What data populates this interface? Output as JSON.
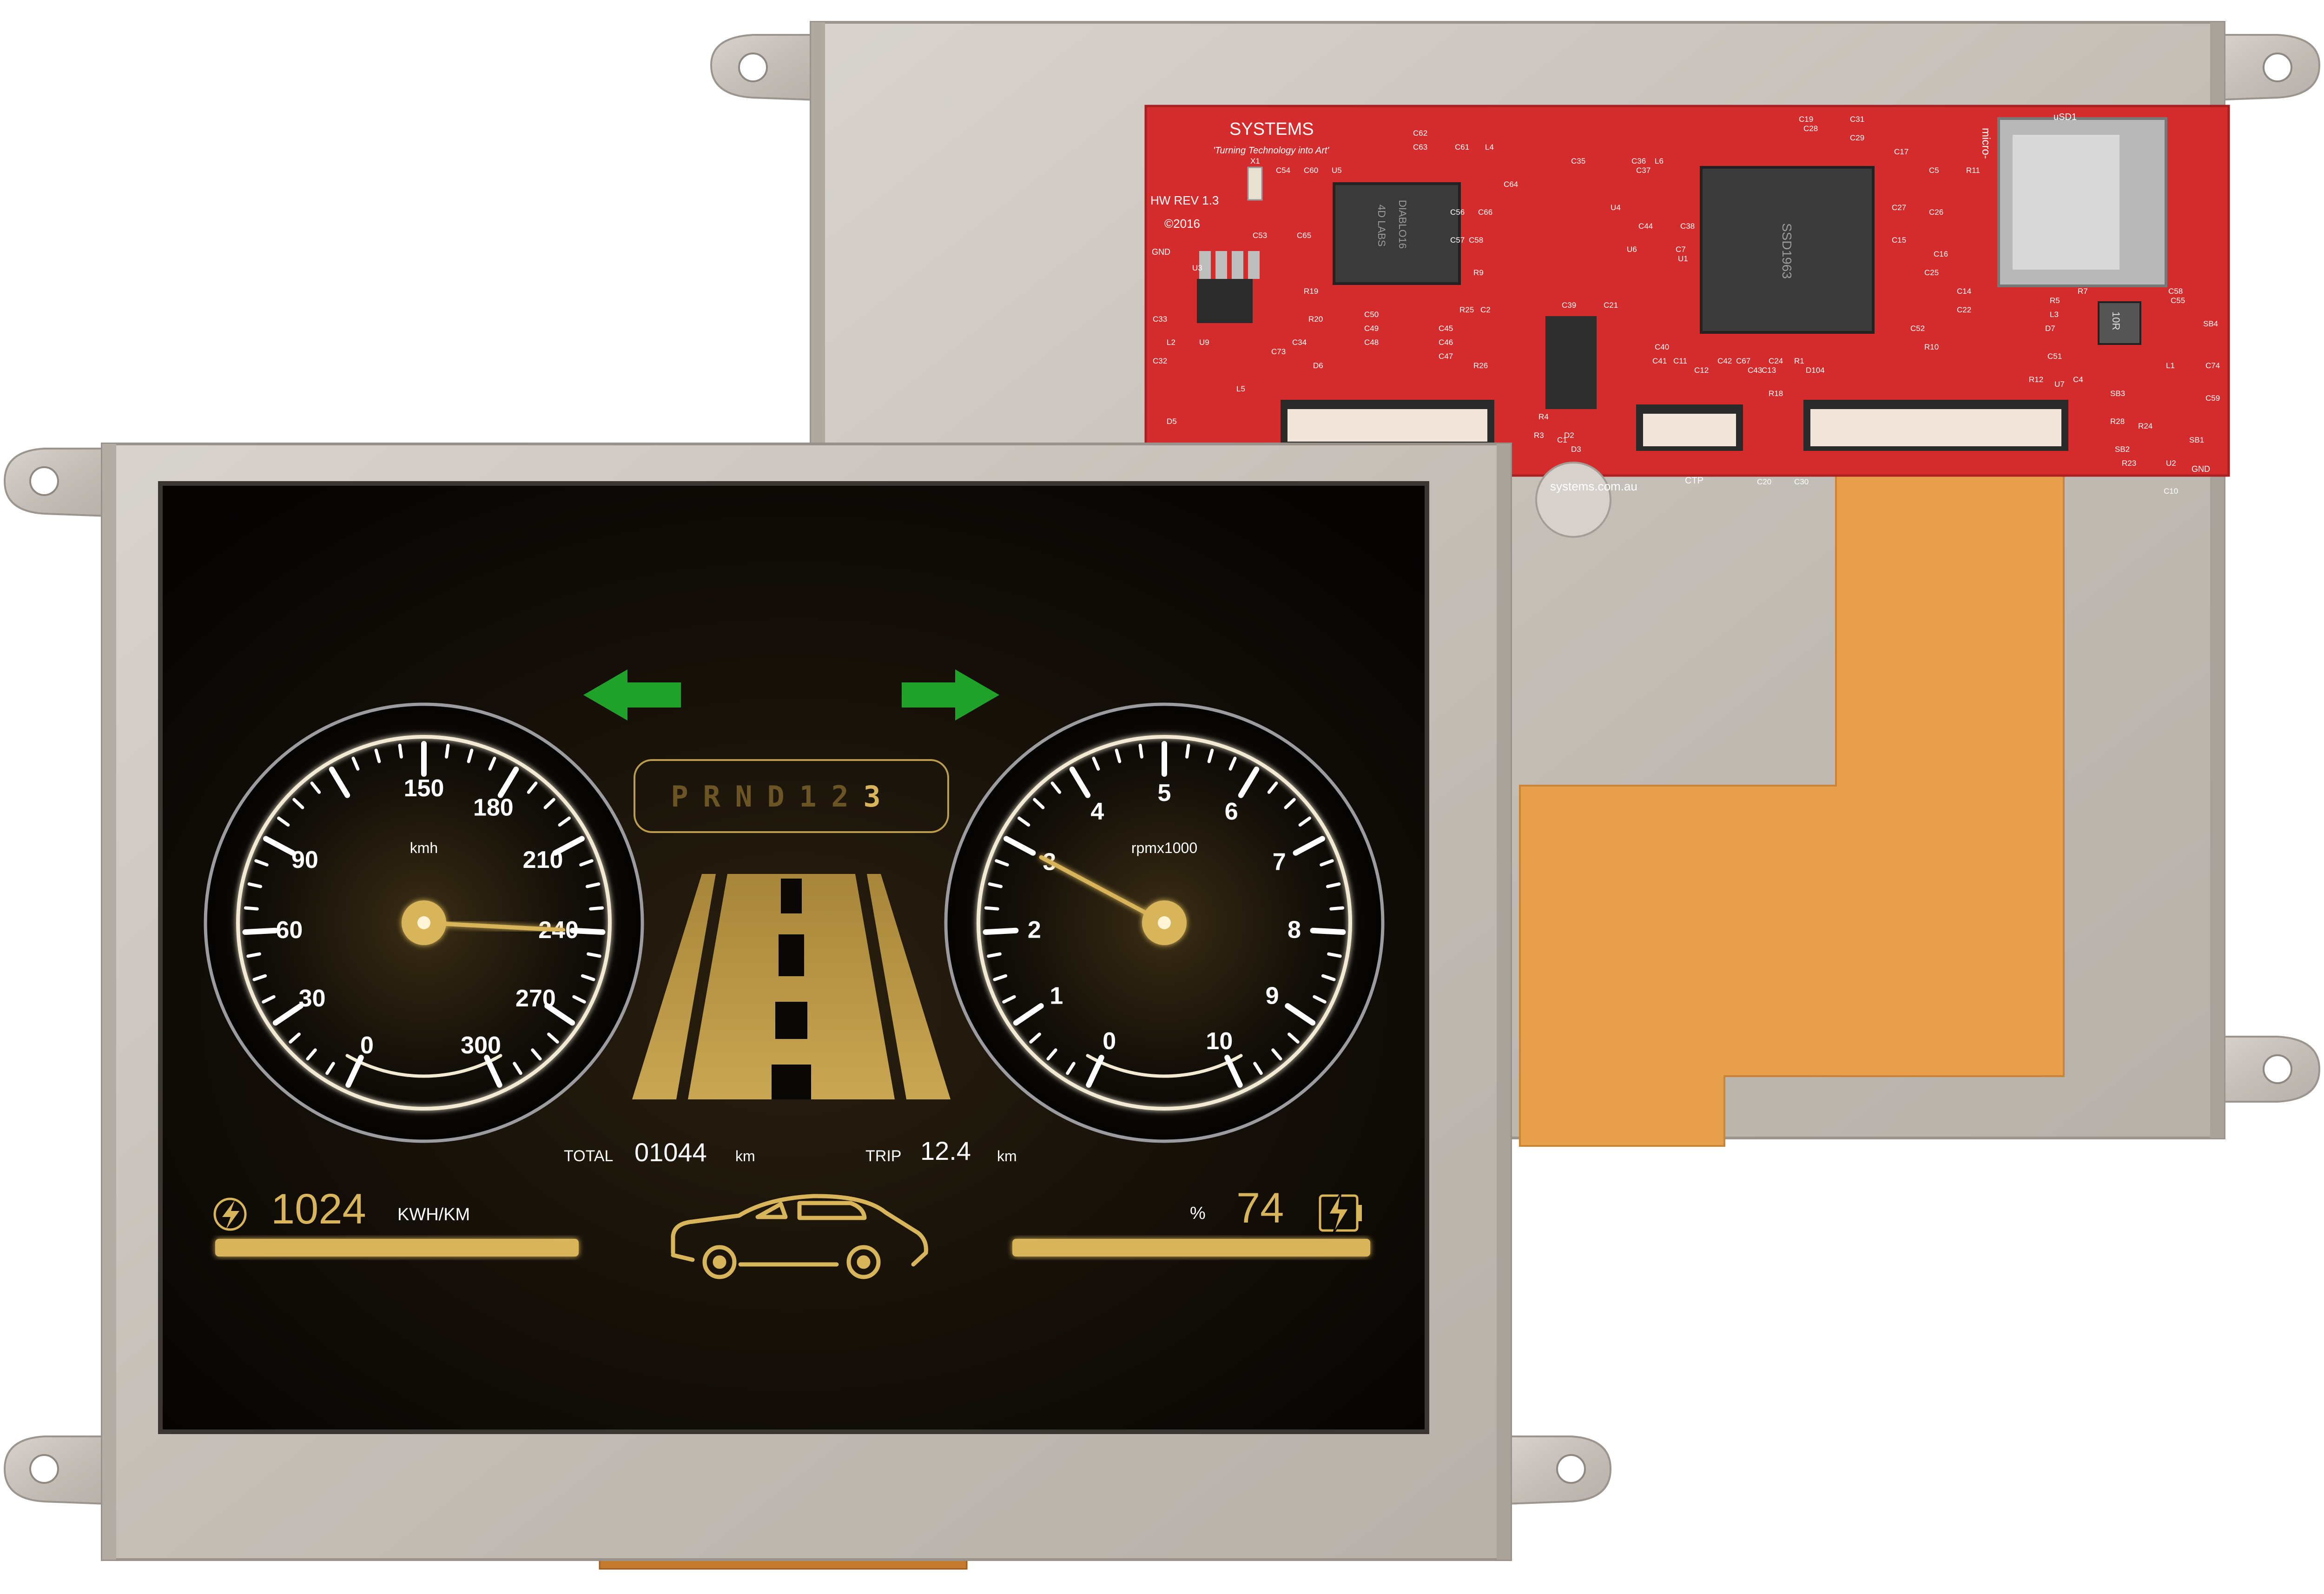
{
  "board": {
    "brand": "SYSTEMS",
    "tagline": "'Turning Technology into Art'",
    "hw_rev": "HW REV 1.3",
    "copyright": "©2016",
    "chip_diablo": "4D LABS",
    "chip_diablo_part": "DIABLO16",
    "chip_ssd": "SSD1963",
    "website": "systems.com.au",
    "sd_label": "uSD1",
    "micro_label": "micro-",
    "ctp_label": "CTP",
    "gnd_left": "GND",
    "gnd_right": "GND",
    "inductor_label": "10R",
    "silk_labels": [
      "C62",
      "C63",
      "C61",
      "L4",
      "C64",
      "C54",
      "C60",
      "U5",
      "X1",
      "C53",
      "C65",
      "C56",
      "C66",
      "C57",
      "C58",
      "R9",
      "R19",
      "R20",
      "C50",
      "C49",
      "C48",
      "C45",
      "C46",
      "C47",
      "R25",
      "C2",
      "R26",
      "C73",
      "D6",
      "C34",
      "C33",
      "L2",
      "C32",
      "U3",
      "U9",
      "L5",
      "D5",
      "C35",
      "C36",
      "L6",
      "C37",
      "U4",
      "C38",
      "C44",
      "U6",
      "C7",
      "C21",
      "U1",
      "C39",
      "C40",
      "C41",
      "C11",
      "C42",
      "C67",
      "C12",
      "C43",
      "C24",
      "C13",
      "D104",
      "R1",
      "R18",
      "R4",
      "R3",
      "C1",
      "D3",
      "D2",
      "C20",
      "C30",
      "C19",
      "C31",
      "C28",
      "C29",
      "C17",
      "C5",
      "C27",
      "C26",
      "C15",
      "C16",
      "C25",
      "C14",
      "C22",
      "C52",
      "R10",
      "R11",
      "R7",
      "R5",
      "L3",
      "D7",
      "C58",
      "C55",
      "SB4",
      "L1",
      "C74",
      "C51",
      "U7",
      "C4",
      "SB3",
      "R12",
      "C59",
      "R24",
      "R28",
      "SB2",
      "R23",
      "SB1",
      "U2",
      "C10"
    ]
  },
  "display": {
    "gear_letters": [
      "P",
      "R",
      "N",
      "D",
      "1",
      "2",
      "3"
    ],
    "active_gear_index": 6,
    "speed_unit": "kmh",
    "speed_ticks": [
      "0",
      "30",
      "60",
      "90",
      "150",
      "180",
      "210",
      "240",
      "270",
      "300"
    ],
    "speed_value": 240,
    "rpm_unit": "rpmx1000",
    "rpm_ticks": [
      "0",
      "1",
      "2",
      "3",
      "4",
      "5",
      "6",
      "7",
      "8",
      "9",
      "10"
    ],
    "rpm_value": 3,
    "total_label": "TOTAL",
    "total_value": "01044",
    "total_unit": "km",
    "trip_label": "TRIP",
    "trip_value": "12.4",
    "trip_unit": "km",
    "energy_value": "1024",
    "energy_unit": "KWH/KM",
    "energy_level": 1.0,
    "battery_unit": "%",
    "battery_value": "74",
    "battery_level": 1.0,
    "colors": {
      "gold": "#d8b45a",
      "gold_dim": "#6b5524",
      "arrow_green": "#1fa12a",
      "screen_bg": "#0a0806",
      "pcb_red": "#d42c2c",
      "flex_orange": "#e8a04c",
      "metal": "#c9c3bc"
    },
    "icons": [
      "left-arrow-icon",
      "right-arrow-icon",
      "lightning-icon",
      "battery-charging-icon",
      "car-icon",
      "road-icon"
    ]
  }
}
